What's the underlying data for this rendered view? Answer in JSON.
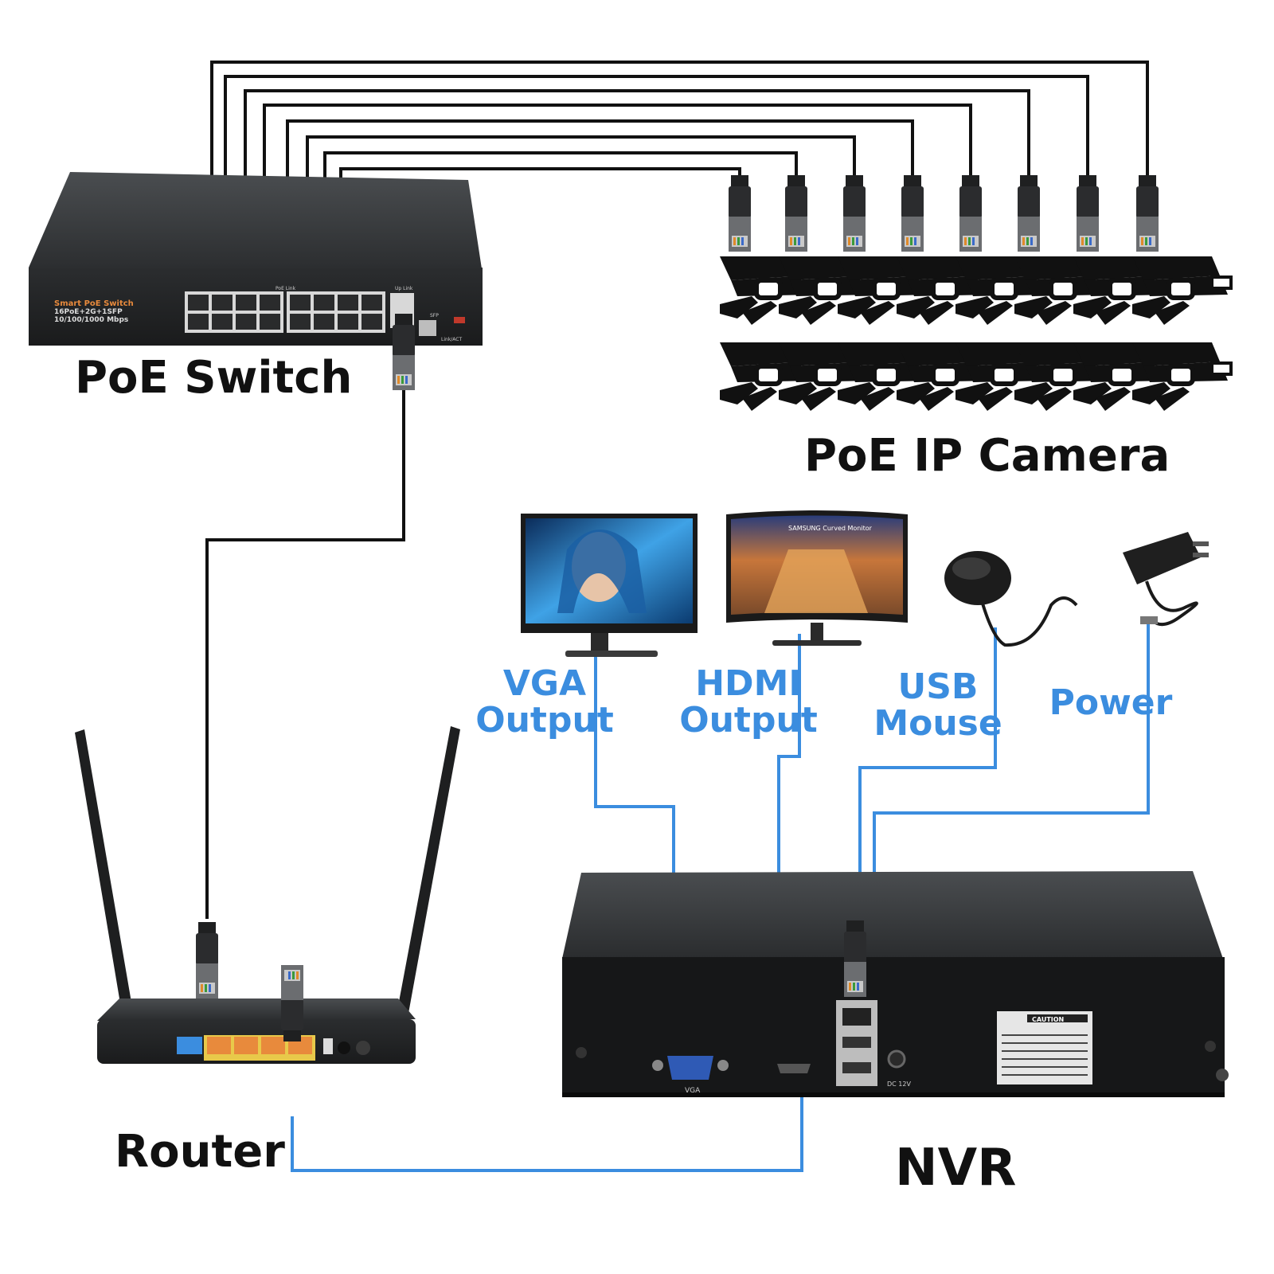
{
  "colors": {
    "blue": "#3b8ddf",
    "black_cable": "#111111",
    "device_dark": "#2e3133",
    "switch_orange": "#e88a3c"
  },
  "labels": {
    "poe_switch": "PoE Switch",
    "poe_ip_camera": "PoE IP Camera",
    "router": "Router",
    "nvr": "NVR",
    "vga_output": [
      "VGA",
      "Output"
    ],
    "hdmi_output": [
      "HDMI",
      "Output"
    ],
    "usb_mouse": [
      "USB",
      "Mouse"
    ],
    "power": "Power"
  },
  "switch_panel": {
    "brand": "Smart PoE Switch",
    "model": "16PoE+2G+1SFP",
    "speed": "10/100/1000 Mbps",
    "poe_link_label": "PoE Link",
    "uplink_label": "Up Link",
    "sfp_label": "SFP",
    "link_act_label": "Link/ACT"
  },
  "nvr_panel": {
    "vga_port_label": "VGA",
    "power_port_label": "DC 12V",
    "caution_title": "CAUTION"
  },
  "monitor_panel": {
    "brand_text": "SAMSUNG Curved Monitor"
  },
  "icons": [
    "rj45-connector-icon",
    "ip-camera-icon",
    "monitor-icon",
    "mouse-icon",
    "power-adapter-icon",
    "router-antenna-icon"
  ],
  "counts": {
    "cameras_shown": 16,
    "switch_ports": 16
  }
}
